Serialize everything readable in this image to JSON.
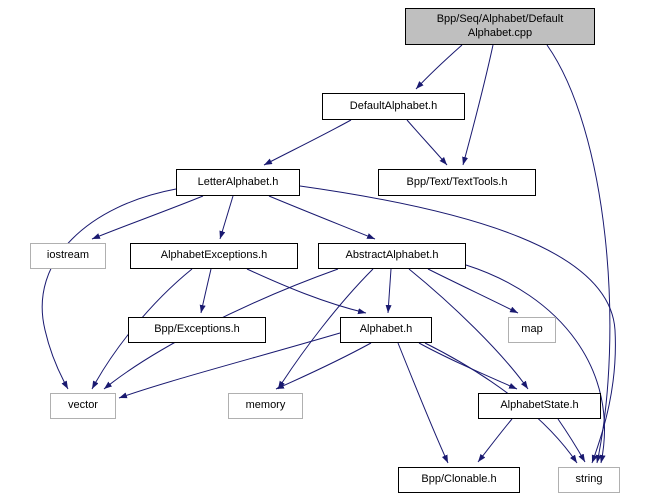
{
  "graph": {
    "kind": "doxygen-include-dependency-graph",
    "nodes": [
      {
        "id": "defaultalphabet-cpp",
        "label": "Bpp/Seq/Alphabet/Default\nAlphabet.cpp",
        "type": "current"
      },
      {
        "id": "defaultalphabet-h",
        "label": "DefaultAlphabet.h",
        "type": "internal"
      },
      {
        "id": "letteralphabet-h",
        "label": "LetterAlphabet.h",
        "type": "internal"
      },
      {
        "id": "texttools-h",
        "label": "Bpp/Text/TextTools.h",
        "type": "internal"
      },
      {
        "id": "iostream",
        "label": "iostream",
        "type": "external"
      },
      {
        "id": "alphabetexceptions-h",
        "label": "AlphabetExceptions.h",
        "type": "internal"
      },
      {
        "id": "abstractalphabet-h",
        "label": "AbstractAlphabet.h",
        "type": "internal"
      },
      {
        "id": "bpp-exceptions-h",
        "label": "Bpp/Exceptions.h",
        "type": "internal"
      },
      {
        "id": "alphabet-h",
        "label": "Alphabet.h",
        "type": "internal"
      },
      {
        "id": "map",
        "label": "map",
        "type": "external"
      },
      {
        "id": "vector",
        "label": "vector",
        "type": "external"
      },
      {
        "id": "memory",
        "label": "memory",
        "type": "external"
      },
      {
        "id": "alphabetstate-h",
        "label": "AlphabetState.h",
        "type": "internal"
      },
      {
        "id": "bpp-clonable-h",
        "label": "Bpp/Clonable.h",
        "type": "internal"
      },
      {
        "id": "string",
        "label": "string",
        "type": "external"
      }
    ],
    "edges": [
      {
        "from": "defaultalphabet-cpp",
        "to": "defaultalphabet-h"
      },
      {
        "from": "defaultalphabet-cpp",
        "to": "texttools-h"
      },
      {
        "from": "defaultalphabet-cpp",
        "to": "string"
      },
      {
        "from": "defaultalphabet-h",
        "to": "letteralphabet-h"
      },
      {
        "from": "defaultalphabet-h",
        "to": "texttools-h"
      },
      {
        "from": "letteralphabet-h",
        "to": "iostream"
      },
      {
        "from": "letteralphabet-h",
        "to": "alphabetexceptions-h"
      },
      {
        "from": "letteralphabet-h",
        "to": "abstractalphabet-h"
      },
      {
        "from": "letteralphabet-h",
        "to": "vector"
      },
      {
        "from": "letteralphabet-h",
        "to": "string"
      },
      {
        "from": "alphabetexceptions-h",
        "to": "bpp-exceptions-h"
      },
      {
        "from": "alphabetexceptions-h",
        "to": "alphabet-h"
      },
      {
        "from": "alphabetexceptions-h",
        "to": "vector"
      },
      {
        "from": "abstractalphabet-h",
        "to": "alphabet-h"
      },
      {
        "from": "abstractalphabet-h",
        "to": "map"
      },
      {
        "from": "abstractalphabet-h",
        "to": "alphabetstate-h"
      },
      {
        "from": "abstractalphabet-h",
        "to": "string"
      },
      {
        "from": "abstractalphabet-h",
        "to": "vector"
      },
      {
        "from": "abstractalphabet-h",
        "to": "memory"
      },
      {
        "from": "alphabet-h",
        "to": "bpp-clonable-h"
      },
      {
        "from": "alphabet-h",
        "to": "alphabetstate-h"
      },
      {
        "from": "alphabet-h",
        "to": "string"
      },
      {
        "from": "alphabet-h",
        "to": "vector"
      },
      {
        "from": "alphabet-h",
        "to": "memory"
      },
      {
        "from": "alphabetstate-h",
        "to": "bpp-clonable-h"
      },
      {
        "from": "alphabetstate-h",
        "to": "string"
      }
    ],
    "colors": {
      "edge": "#191970",
      "node_border": "#000000",
      "external_node_border": "#b0b0b0",
      "current_node_fill": "#bfbfbf",
      "background": "#ffffff"
    }
  }
}
